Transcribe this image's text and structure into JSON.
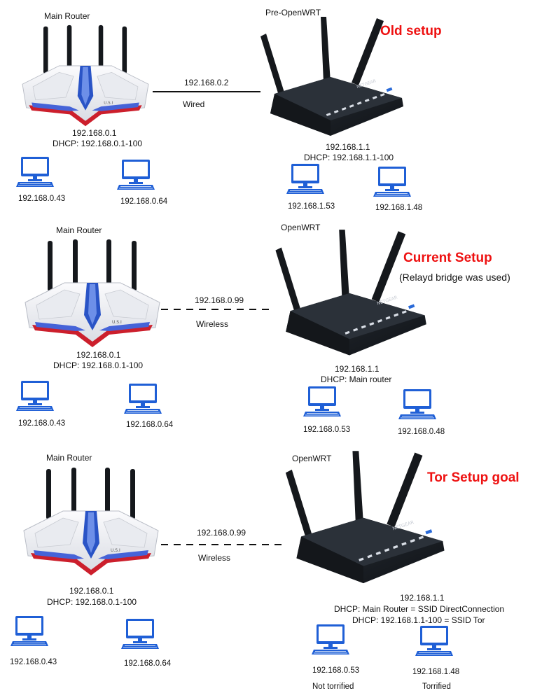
{
  "sections": [
    {
      "title": "Old setup",
      "note": "",
      "main": {
        "label": "Main Router",
        "ip": "192.168.0.1",
        "dhcp": "DHCP: 192.168.0.1-100",
        "pcs": [
          "192.168.0.43",
          "192.168.0.64"
        ]
      },
      "link": {
        "ip": "192.168.0.2",
        "type": "Wired",
        "style": "solid"
      },
      "secondary": {
        "label": "Pre-OpenWRT",
        "ip": "192.168.1.1",
        "dhcp": [
          "DHCP: 192.168.1.1-100"
        ],
        "pcs": [
          "192.168.1.53",
          "192.168.1.48"
        ],
        "pc_notes": [
          "",
          ""
        ]
      }
    },
    {
      "title": "Current Setup",
      "note": "(Relayd bridge was used)",
      "main": {
        "label": "Main Router",
        "ip": "192.168.0.1",
        "dhcp": "DHCP: 192.168.0.1-100",
        "pcs": [
          "192.168.0.43",
          "192.168.0.64"
        ]
      },
      "link": {
        "ip": "192.168.0.99",
        "type": "Wireless",
        "style": "dashed"
      },
      "secondary": {
        "label": "OpenWRT",
        "ip": "192.168.1.1",
        "dhcp": [
          "DHCP: Main router"
        ],
        "pcs": [
          "192.168.0.53",
          "192.168.0.48"
        ],
        "pc_notes": [
          "",
          ""
        ]
      }
    },
    {
      "title": "Tor Setup goal",
      "note": "",
      "main": {
        "label": "Main Router",
        "ip": "192.168.0.1",
        "dhcp": "DHCP: 192.168.0.1-100",
        "pcs": [
          "192.168.0.43",
          "192.168.0.64"
        ]
      },
      "link": {
        "ip": "192.168.0.99",
        "type": "Wireless",
        "style": "dashed"
      },
      "secondary": {
        "label": "OpenWRT",
        "ip": "192.168.1.1",
        "dhcp": [
          "DHCP: Main Router = SSID DirectConnection",
          "DHCP: 192.168.1.1-100 = SSID Tor"
        ],
        "pcs": [
          "192.168.0.53",
          "192.168.1.48"
        ],
        "pc_notes": [
          "Not torrified",
          "Torrified"
        ]
      }
    }
  ],
  "colors": {
    "heading": "#ee1111",
    "pc_blue": "#1f5fd6",
    "router_white": "#f2f3f6",
    "router_black": "#1b1f24",
    "accent_blue": "#2a54c6",
    "accent_red": "#cc1f2c"
  },
  "icons": {
    "main_router": "white-gaming-router-icon",
    "secondary_router": "black-netgear-router-icon",
    "pc": "desktop-computer-icon"
  }
}
